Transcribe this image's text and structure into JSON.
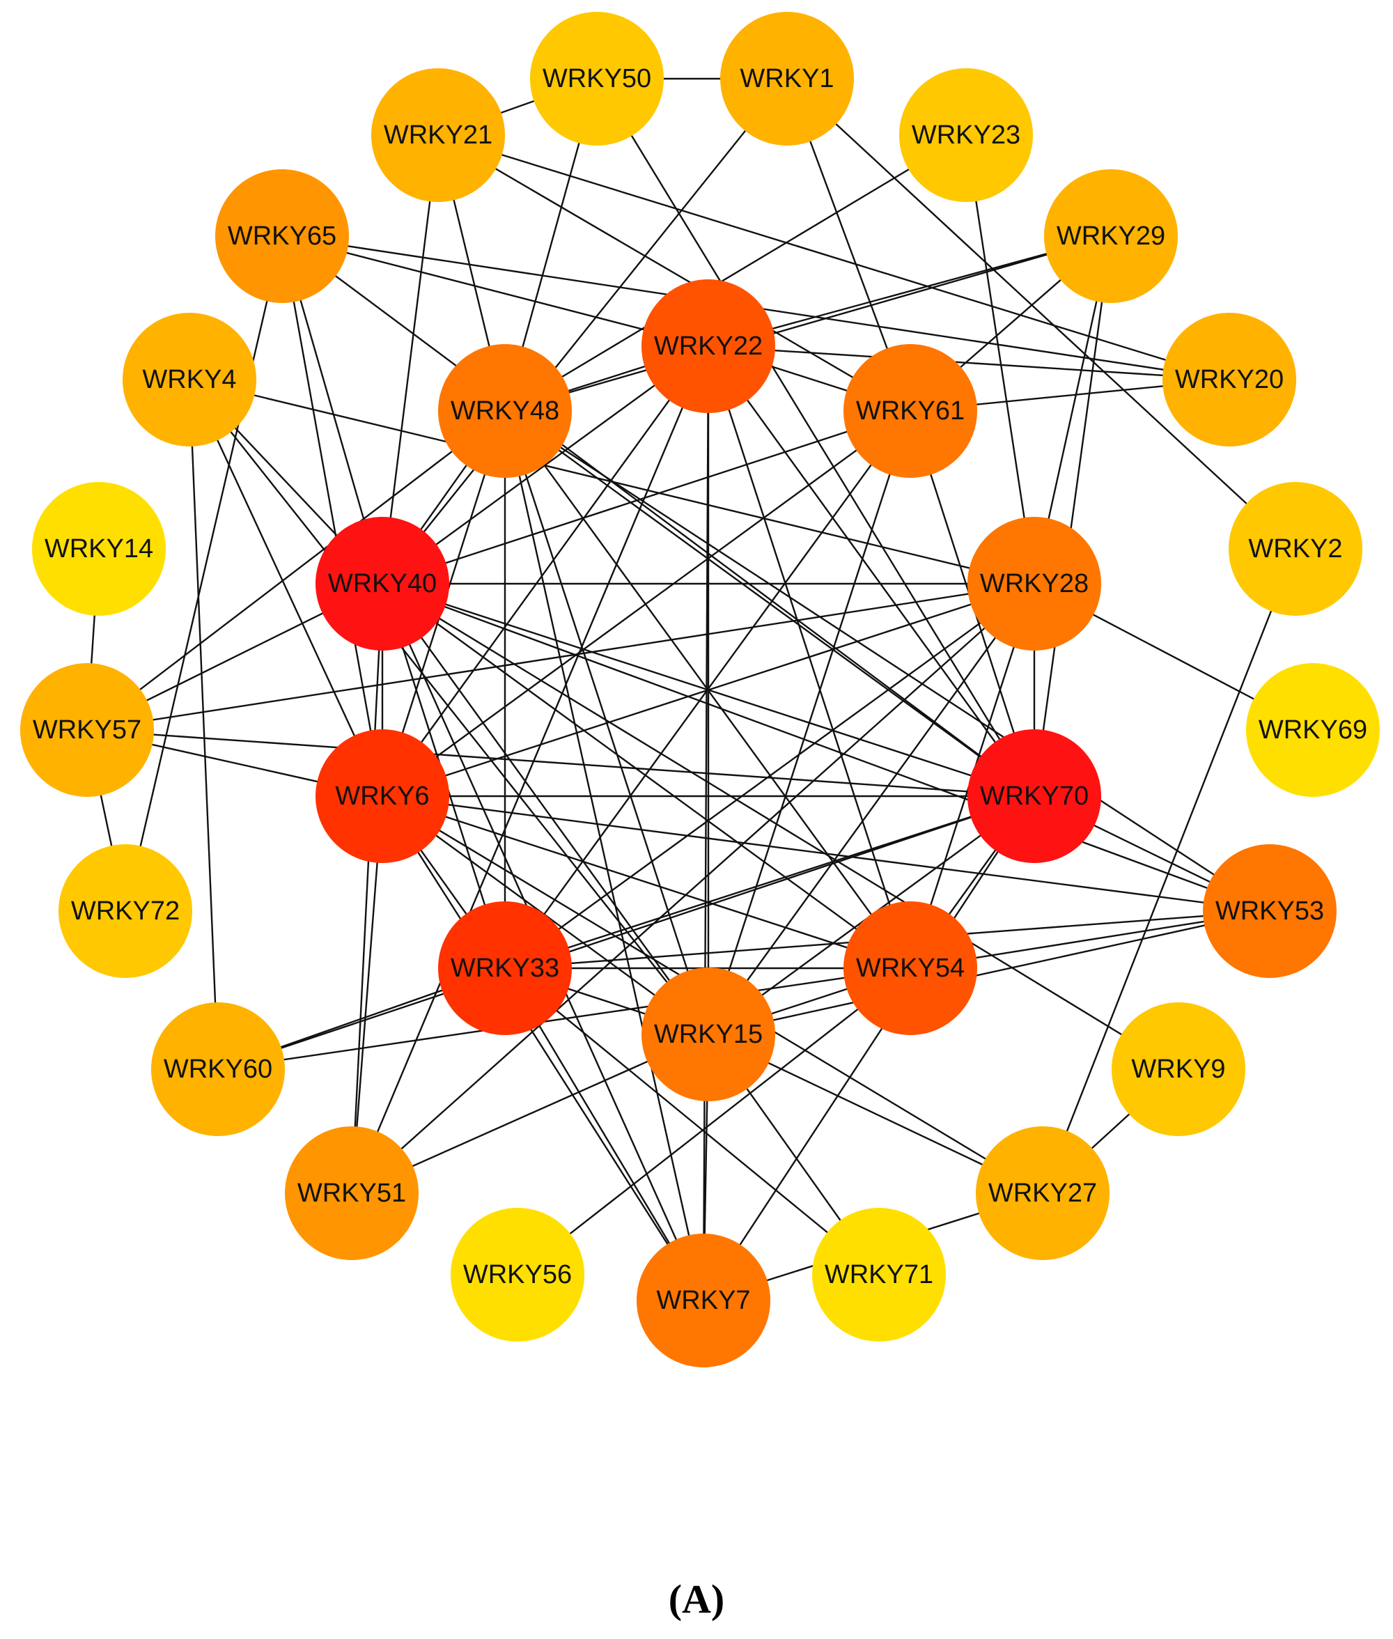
{
  "figure": {
    "panel_label": "(A)"
  },
  "colors": {
    "background": "#ffffff",
    "edge": "#111111",
    "label": "#111111",
    "degree_scale": [
      "#ffdf00",
      "#ffc800",
      "#ffb200",
      "#ff9500",
      "#ff7600",
      "#ff5300",
      "#ff3200",
      "#ff1212"
    ]
  },
  "nodes": [
    {
      "id": "WRKY50",
      "label": "WRKY50",
      "level": 0.12
    },
    {
      "id": "WRKY1",
      "label": "WRKY1",
      "level": 0.3
    },
    {
      "id": "WRKY23",
      "label": "WRKY23",
      "level": 0.12
    },
    {
      "id": "WRKY21",
      "label": "WRKY21",
      "level": 0.35
    },
    {
      "id": "WRKY65",
      "label": "WRKY65",
      "level": 0.42
    },
    {
      "id": "WRKY29",
      "label": "WRKY29",
      "level": 0.3
    },
    {
      "id": "WRKY22",
      "label": "WRKY22",
      "level": 0.78
    },
    {
      "id": "WRKY20",
      "label": "WRKY20",
      "level": 0.28
    },
    {
      "id": "WRKY4",
      "label": "WRKY4",
      "level": 0.3
    },
    {
      "id": "WRKY48",
      "label": "WRKY48",
      "level": 0.58
    },
    {
      "id": "WRKY61",
      "label": "WRKY61",
      "level": 0.58
    },
    {
      "id": "WRKY14",
      "label": "WRKY14",
      "level": 0.0
    },
    {
      "id": "WRKY40",
      "label": "WRKY40",
      "level": 1.0
    },
    {
      "id": "WRKY28",
      "label": "WRKY28",
      "level": 0.58
    },
    {
      "id": "WRKY2",
      "label": "WRKY2",
      "level": 0.15
    },
    {
      "id": "WRKY69",
      "label": "WRKY69",
      "level": 0.0
    },
    {
      "id": "WRKY57",
      "label": "WRKY57",
      "level": 0.35
    },
    {
      "id": "WRKY6",
      "label": "WRKY6",
      "level": 0.9
    },
    {
      "id": "WRKY70",
      "label": "WRKY70",
      "level": 1.0
    },
    {
      "id": "WRKY72",
      "label": "WRKY72",
      "level": 0.12
    },
    {
      "id": "WRKY53",
      "label": "WRKY53",
      "level": 0.55
    },
    {
      "id": "WRKY33",
      "label": "WRKY33",
      "level": 0.85
    },
    {
      "id": "WRKY54",
      "label": "WRKY54",
      "level": 0.7
    },
    {
      "id": "WRKY15",
      "label": "WRKY15",
      "level": 0.62
    },
    {
      "id": "WRKY60",
      "label": "WRKY60",
      "level": 0.35
    },
    {
      "id": "WRKY9",
      "label": "WRKY9",
      "level": 0.12
    },
    {
      "id": "WRKY51",
      "label": "WRKY51",
      "level": 0.4
    },
    {
      "id": "WRKY27",
      "label": "WRKY27",
      "level": 0.3
    },
    {
      "id": "WRKY56",
      "label": "WRKY56",
      "level": 0.05
    },
    {
      "id": "WRKY7",
      "label": "WRKY7",
      "level": 0.55
    },
    {
      "id": "WRKY71",
      "label": "WRKY71",
      "level": 0.05
    }
  ],
  "edges": [
    [
      "WRKY21",
      "WRKY50"
    ],
    [
      "WRKY50",
      "WRKY1"
    ],
    [
      "WRKY14",
      "WRKY57"
    ],
    [
      "WRKY57",
      "WRKY72"
    ],
    [
      "WRKY21",
      "WRKY40"
    ],
    [
      "WRKY21",
      "WRKY48"
    ],
    [
      "WRKY21",
      "WRKY61"
    ],
    [
      "WRKY21",
      "WRKY20"
    ],
    [
      "WRKY50",
      "WRKY48"
    ],
    [
      "WRKY50",
      "WRKY70"
    ],
    [
      "WRKY1",
      "WRKY40"
    ],
    [
      "WRKY1",
      "WRKY61"
    ],
    [
      "WRKY1",
      "WRKY2"
    ],
    [
      "WRKY23",
      "WRKY48"
    ],
    [
      "WRKY23",
      "WRKY28"
    ],
    [
      "WRKY65",
      "WRKY22"
    ],
    [
      "WRKY65",
      "WRKY20"
    ],
    [
      "WRKY65",
      "WRKY40"
    ],
    [
      "WRKY65",
      "WRKY6"
    ],
    [
      "WRKY65",
      "WRKY72"
    ],
    [
      "WRKY65",
      "WRKY70"
    ],
    [
      "WRKY29",
      "WRKY22"
    ],
    [
      "WRKY29",
      "WRKY48"
    ],
    [
      "WRKY29",
      "WRKY61"
    ],
    [
      "WRKY29",
      "WRKY70"
    ],
    [
      "WRKY29",
      "WRKY28"
    ],
    [
      "WRKY20",
      "WRKY22"
    ],
    [
      "WRKY20",
      "WRKY61"
    ],
    [
      "WRKY4",
      "WRKY40"
    ],
    [
      "WRKY4",
      "WRKY6"
    ],
    [
      "WRKY4",
      "WRKY15"
    ],
    [
      "WRKY4",
      "WRKY28"
    ],
    [
      "WRKY22",
      "WRKY48"
    ],
    [
      "WRKY22",
      "WRKY40"
    ],
    [
      "WRKY22",
      "WRKY6"
    ],
    [
      "WRKY22",
      "WRKY15"
    ],
    [
      "WRKY22",
      "WRKY70"
    ],
    [
      "WRKY22",
      "WRKY54"
    ],
    [
      "WRKY22",
      "WRKY51"
    ],
    [
      "WRKY22",
      "WRKY7"
    ],
    [
      "WRKY22",
      "WRKY61"
    ],
    [
      "WRKY48",
      "WRKY40"
    ],
    [
      "WRKY48",
      "WRKY6"
    ],
    [
      "WRKY48",
      "WRKY33"
    ],
    [
      "WRKY48",
      "WRKY15"
    ],
    [
      "WRKY48",
      "WRKY70"
    ],
    [
      "WRKY48",
      "WRKY54"
    ],
    [
      "WRKY48",
      "WRKY53"
    ],
    [
      "WRKY48",
      "WRKY7"
    ],
    [
      "WRKY61",
      "WRKY6"
    ],
    [
      "WRKY61",
      "WRKY40"
    ],
    [
      "WRKY61",
      "WRKY33"
    ],
    [
      "WRKY61",
      "WRKY15"
    ],
    [
      "WRKY61",
      "WRKY70"
    ],
    [
      "WRKY40",
      "WRKY28"
    ],
    [
      "WRKY40",
      "WRKY6"
    ],
    [
      "WRKY40",
      "WRKY57"
    ],
    [
      "WRKY40",
      "WRKY33"
    ],
    [
      "WRKY40",
      "WRKY15"
    ],
    [
      "WRKY40",
      "WRKY54"
    ],
    [
      "WRKY40",
      "WRKY70"
    ],
    [
      "WRKY40",
      "WRKY53"
    ],
    [
      "WRKY40",
      "WRKY51"
    ],
    [
      "WRKY40",
      "WRKY7"
    ],
    [
      "WRKY40",
      "WRKY9"
    ],
    [
      "WRKY28",
      "WRKY6"
    ],
    [
      "WRKY28",
      "WRKY33"
    ],
    [
      "WRKY28",
      "WRKY15"
    ],
    [
      "WRKY28",
      "WRKY70"
    ],
    [
      "WRKY28",
      "WRKY69"
    ],
    [
      "WRKY28",
      "WRKY54"
    ],
    [
      "WRKY28",
      "WRKY51"
    ],
    [
      "WRKY28",
      "WRKY57"
    ],
    [
      "WRKY2",
      "WRKY27"
    ],
    [
      "WRKY57",
      "WRKY6"
    ],
    [
      "WRKY57",
      "WRKY70"
    ],
    [
      "WRKY57",
      "WRKY48"
    ],
    [
      "WRKY6",
      "WRKY70"
    ],
    [
      "WRKY6",
      "WRKY33"
    ],
    [
      "WRKY6",
      "WRKY15"
    ],
    [
      "WRKY6",
      "WRKY54"
    ],
    [
      "WRKY6",
      "WRKY53"
    ],
    [
      "WRKY6",
      "WRKY51"
    ],
    [
      "WRKY6",
      "WRKY7"
    ],
    [
      "WRKY6",
      "WRKY27"
    ],
    [
      "WRKY70",
      "WRKY33"
    ],
    [
      "WRKY70",
      "WRKY15"
    ],
    [
      "WRKY70",
      "WRKY54"
    ],
    [
      "WRKY70",
      "WRKY53"
    ],
    [
      "WRKY70",
      "WRKY60"
    ],
    [
      "WRKY70",
      "WRKY7"
    ],
    [
      "WRKY53",
      "WRKY33"
    ],
    [
      "WRKY53",
      "WRKY54"
    ],
    [
      "WRKY53",
      "WRKY15"
    ],
    [
      "WRKY33",
      "WRKY54"
    ],
    [
      "WRKY33",
      "WRKY15"
    ],
    [
      "WRKY33",
      "WRKY60"
    ],
    [
      "WRKY33",
      "WRKY7"
    ],
    [
      "WRKY33",
      "WRKY71"
    ],
    [
      "WRKY54",
      "WRKY15"
    ],
    [
      "WRKY54",
      "WRKY60"
    ],
    [
      "WRKY54",
      "WRKY56"
    ],
    [
      "WRKY15",
      "WRKY7"
    ],
    [
      "WRKY15",
      "WRKY71"
    ],
    [
      "WRKY15",
      "WRKY27"
    ],
    [
      "WRKY15",
      "WRKY51"
    ],
    [
      "WRKY60",
      "WRKY4"
    ],
    [
      "WRKY9",
      "WRKY27"
    ],
    [
      "WRKY27",
      "WRKY7"
    ]
  ]
}
